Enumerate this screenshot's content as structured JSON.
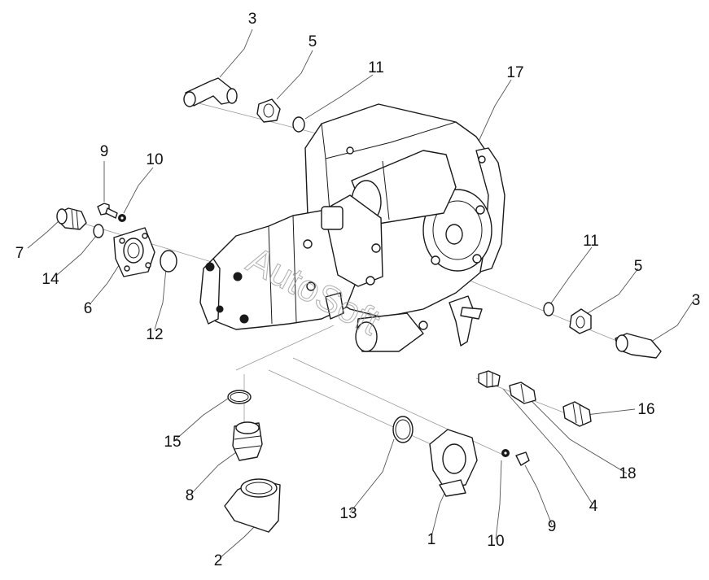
{
  "diagram": {
    "watermark": "AutoSoft",
    "callouts": {
      "c3_top": "3",
      "c5_top": "5",
      "c11_top": "11",
      "c17": "17",
      "c9_left": "9",
      "c10_left": "10",
      "c7": "7",
      "c14": "14",
      "c6": "6",
      "c12": "12",
      "c11_right": "11",
      "c5_right": "5",
      "c3_right": "3",
      "c16": "16",
      "c18": "18",
      "c4": "4",
      "c15": "15",
      "c8": "8",
      "c2": "2",
      "c13": "13",
      "c1": "1",
      "c10_bottom": "10",
      "c9_bottom": "9"
    }
  }
}
